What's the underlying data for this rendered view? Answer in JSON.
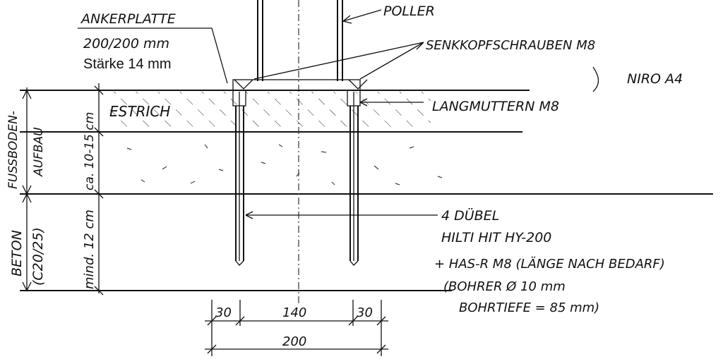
{
  "labels": {
    "ankerplatte": "ANKERPLATTE",
    "plate_size": "200/200 mm",
    "plate_thickness": "Stärke 14 mm",
    "poller": "POLLER",
    "screws": "SENKKOPFSCHRAUBEN M8",
    "material": "NIRO A4",
    "nuts": "LANGMUTTERN M8",
    "estrich": "ESTRICH",
    "floor_build_up_1": "FUSSBODEN-",
    "floor_build_up_2": "AUFBAU",
    "floor_thickness": "ca. 10-15 cm",
    "concrete_1": "BETON",
    "concrete_2": "(C20/25)",
    "concrete_depth": "mind. 12 cm",
    "anchors_1": "4 DÜBEL",
    "anchors_2": "HILTI HIT HY-200",
    "anchors_3": "+ HAS-R M8 (LÄNGE NACH BEDARF)",
    "anchors_4": "(BOHRER Ø 10 mm",
    "anchors_5": "BOHRTIEFE = 85 mm)"
  },
  "dimensions": {
    "edge_left": "30",
    "spacing": "140",
    "edge_right": "30",
    "total": "200"
  }
}
